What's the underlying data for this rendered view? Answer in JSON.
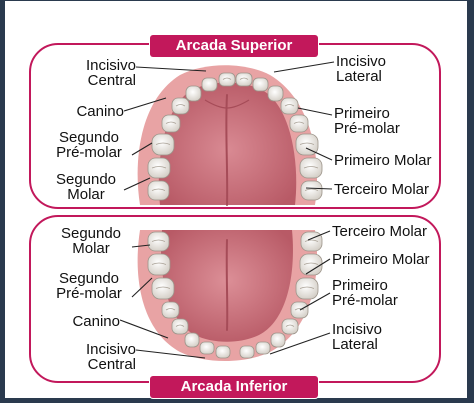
{
  "upper": {
    "title": "Arcada Superior",
    "labels": {
      "incisivo_central": "Incisivo\nCentral",
      "incisivo_lateral": "Incisivo\nLateral",
      "canino": "Canino",
      "segundo_premolar": "Segundo\nPré-molar",
      "segundo_molar": "Segundo\nMolar",
      "primeiro_premolar": "Primeiro\nPré-molar",
      "primeiro_molar": "Primeiro Molar",
      "terceiro_molar": "Terceiro Molar"
    }
  },
  "lower": {
    "title": "Arcada Inferior",
    "labels": {
      "segundo_molar": "Segundo\nMolar",
      "segundo_premolar": "Segundo\nPré-molar",
      "canino": "Canino",
      "incisivo_central": "Incisivo\nCentral",
      "terceiro_molar": "Terceiro Molar",
      "primeiro_molar": "Primeiro Molar",
      "primeiro_premolar": "Primeiro\nPré-molar",
      "incisivo_lateral": "Incisivo\nLateral"
    }
  },
  "colors": {
    "accent": "#c2185b",
    "frame": "#2a3a4e",
    "gum": "#e8a3a4",
    "tongue": "#c9707a",
    "tooth": "#f4f2ee"
  }
}
